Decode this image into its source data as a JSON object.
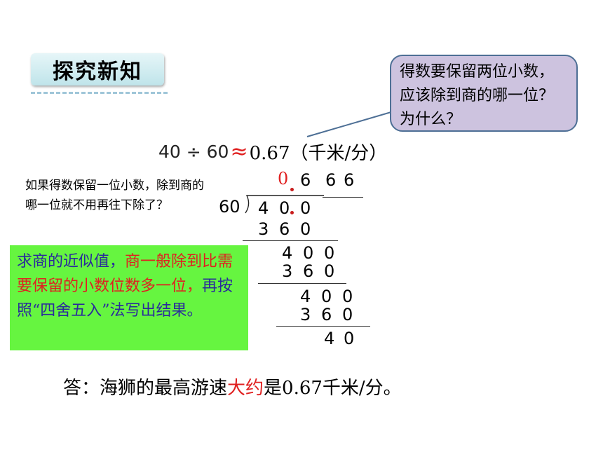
{
  "header": {
    "title": "探究新知"
  },
  "callout": {
    "text": "得数要保留两位小数，应该除到商的哪一位？为什么？"
  },
  "equation": {
    "expression": "40 ÷ 60",
    "approx_symbol": "≈",
    "result": "0.67（千米/分）"
  },
  "question": {
    "text": "如果得数保留一位小数，除到商的哪一位就不用再往下除了？"
  },
  "division": {
    "quotient_first": "0",
    "quotient_rest": [
      "6",
      "6",
      "6"
    ],
    "divisor": "60",
    "dividend": [
      "4",
      "0",
      "0"
    ],
    "rows": [
      [
        "3",
        "6",
        "0"
      ],
      [
        "4",
        "0",
        "0"
      ],
      [
        "3",
        "6",
        "0"
      ],
      [
        "4",
        "0",
        "0"
      ],
      [
        "3",
        "6",
        "0"
      ],
      [
        "4",
        "0"
      ]
    ]
  },
  "summary": {
    "part1": "求商的近似值，",
    "part2": "商一般除到比需要保留的小数位数多一位，",
    "part3": "再按照“四舍五入”法写出结果。",
    "colors": {
      "part1": "#2a2a9c",
      "part2": "#e02020",
      "part3": "#2a2a9c"
    }
  },
  "answer": {
    "prefix": "答：海狮的最高游速",
    "highlight": "大约",
    "suffix": "是0.67千米/分。"
  },
  "colors": {
    "accent_red": "#e02020",
    "green_box": "#66f540",
    "bubble": "#cdc3df",
    "bubble_border": "#4d6f95",
    "tab": "#bfe4ea"
  }
}
